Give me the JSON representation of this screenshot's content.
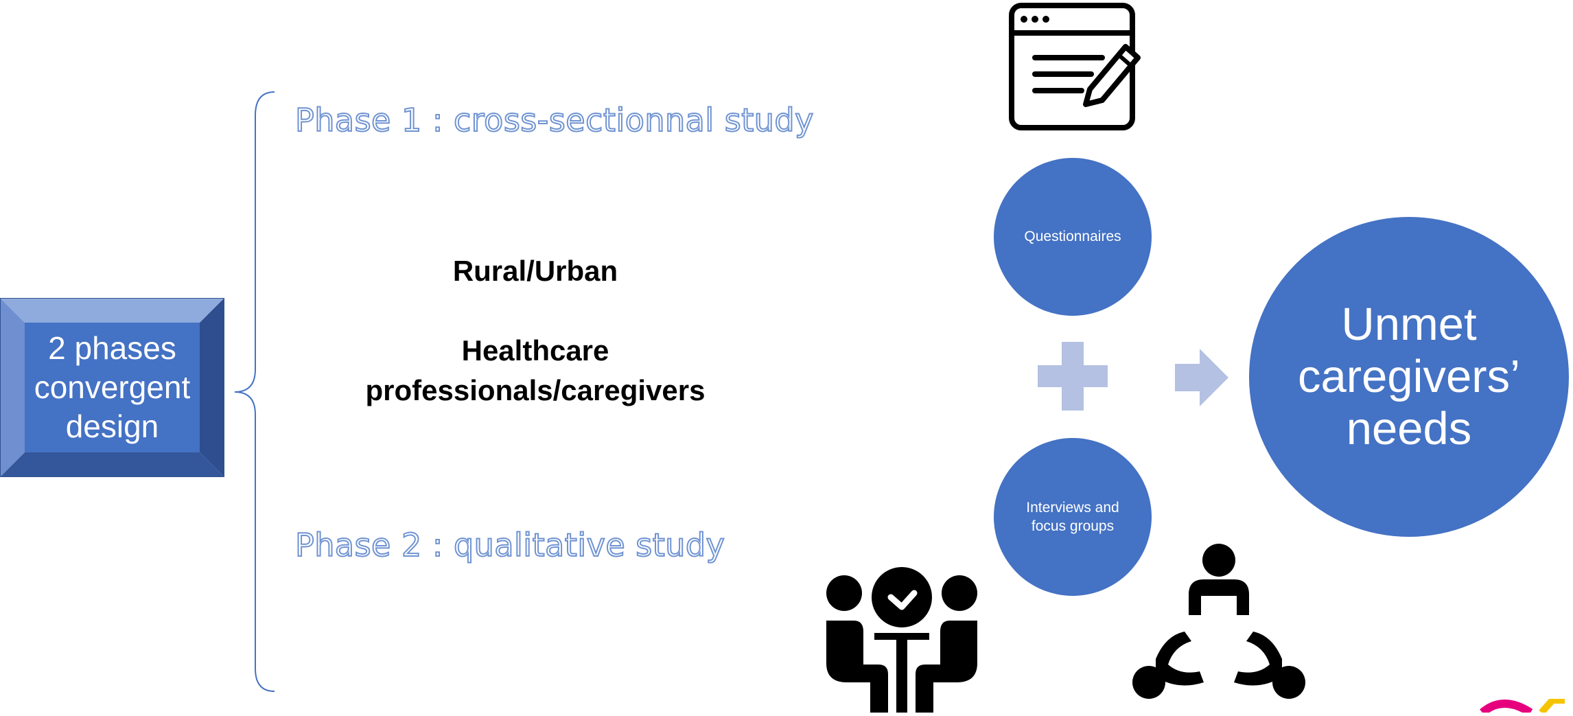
{
  "design_box": {
    "label": "2 phases\nconvergent\ndesign"
  },
  "phases": {
    "phase1": "Phase 1 : cross-sectionnal study",
    "phase2": "Phase 2 : qualitative study"
  },
  "dimensions": {
    "rural_urban": "Rural/Urban",
    "health_line1": "Healthcare",
    "health_line2": "professionals/caregivers"
  },
  "methods": {
    "questionnaires": "Questionnaires",
    "interviews": "Interviews and\nfocus groups"
  },
  "outcome": {
    "label": "Unmet\ncaregivers’\nneeds"
  },
  "icons": {
    "form": "form-edit-icon",
    "interview": "interview-icon",
    "group": "group-discussion-icon",
    "plus": "plus-icon",
    "arrow": "arrow-right-icon",
    "corner_logo": "logo-fragment"
  },
  "colors": {
    "primary_blue": "#4472c4",
    "light_blue": "#b4c1e3",
    "outline_blue": "#6f93d2",
    "bevel_dark": "#2f4e8f",
    "bevel_light": "#8faadc"
  }
}
